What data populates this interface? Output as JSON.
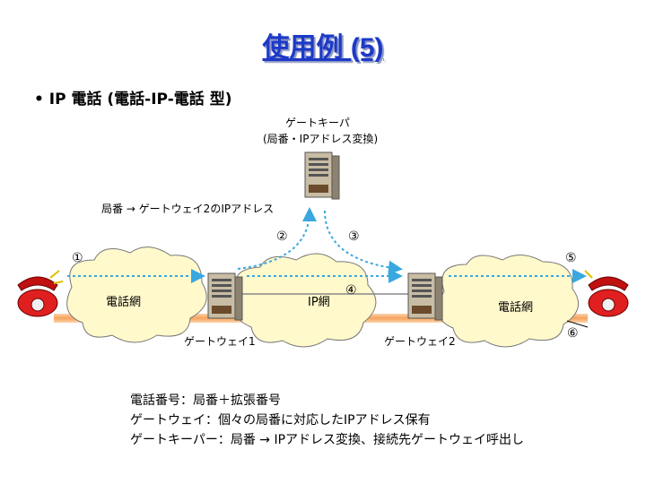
{
  "title": "使用例 (5)",
  "bullet": "• IP 電話 (電話-IP-電話 型)",
  "gatekeeper": {
    "label1": "ゲートキーパ",
    "label2": "(局番・IPアドレス変換)"
  },
  "mapping_label": "局番 → ゲートウェイ2のIPアドレス",
  "clouds": {
    "left": "電話網",
    "center": "IP網",
    "right": "電話網"
  },
  "gateways": {
    "g1": "ゲートウェイ1",
    "g2": "ゲートウェイ2"
  },
  "steps": {
    "s1": "①",
    "s2": "②",
    "s3": "③",
    "s4": "④",
    "s5": "⑤",
    "s6": "⑥"
  },
  "legend": [
    "電話番号：局番＋拡張番号",
    "ゲートウェイ：個々の局番に対応したIPアドレス保有",
    "ゲートキーパー：局番 → IPアドレス変換、接続先ゲートウェイ呼出し"
  ],
  "colors": {
    "title": "#1c39c8",
    "dotted_arrow": "#3aa8e0",
    "orange_bar": "#f7a35c",
    "cloud": "#fff9cc"
  }
}
